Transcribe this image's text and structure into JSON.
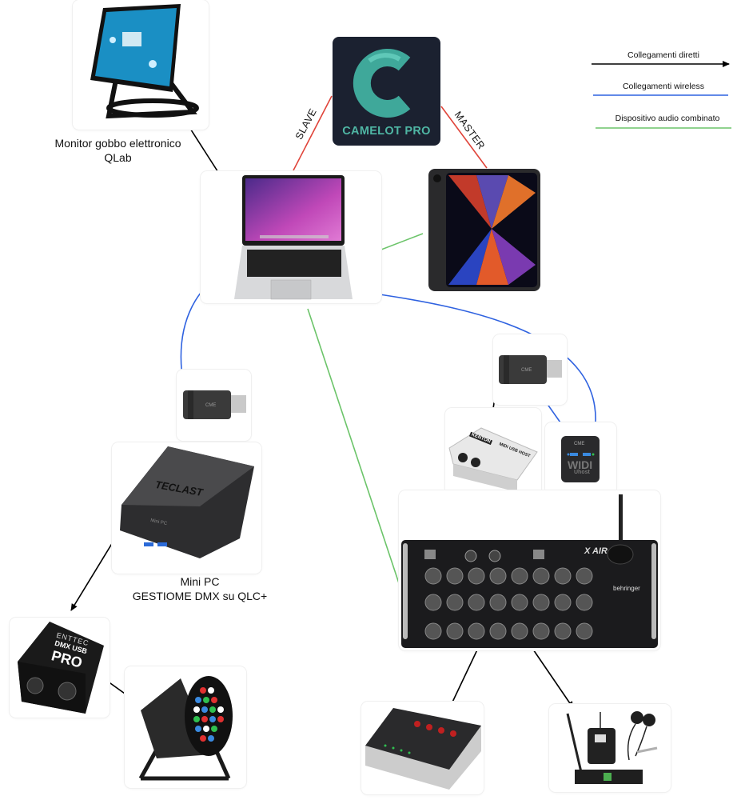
{
  "legend": {
    "items": [
      {
        "label": "Collegamenti diretti",
        "type": "arrow",
        "color": "#000000"
      },
      {
        "label": "Collegamenti wireless",
        "type": "line",
        "color": "#2f62e0"
      },
      {
        "label": "Dispositivo audio combinato",
        "type": "line",
        "color": "#6cc46a"
      }
    ]
  },
  "app": {
    "name": "CAMELOT PRO",
    "brand_color": "#4fb6a4",
    "bg_color": "#1b2130"
  },
  "link_labels": {
    "slave": "SLAVE",
    "master": "MASTER"
  },
  "colors": {
    "direct": "#000000",
    "wireless": "#2f62e0",
    "combined": "#6cc46a",
    "sync": "#e0443a"
  },
  "nodes": {
    "prompter_monitor": {
      "caption_line1": "Monitor  gobbo elettronico",
      "caption_line2": "QLab"
    },
    "laptop": {
      "name": "MacBook"
    },
    "tablet": {
      "name": "iPad Pro"
    },
    "usb_midi_left": {
      "brand": "CME"
    },
    "mini_pc": {
      "brand": "TECLAST",
      "model": "Mini PC",
      "caption_line1": "Mini PC",
      "caption_line2": "GESTIOME DMX su QLC+"
    },
    "dmx_interface": {
      "brand": "ENTTEC",
      "model_line1": "DMX USB",
      "model_line2": "PRO"
    },
    "led_par": {
      "name": "LED PAR"
    },
    "usb_midi_right": {
      "brand": "CME"
    },
    "midi_host": {
      "brand": "KENTON",
      "model": "MIDI USB HOST"
    },
    "widi_uhost": {
      "brand": "CME",
      "model_line1": "WIDI",
      "model_line2": "Uhost"
    },
    "mixer": {
      "brand": "behringer",
      "model": "X AIR"
    },
    "personal_mixer": {
      "name": "Personal Mixer"
    },
    "iem_system": {
      "name": "In-Ear Monitor System"
    }
  }
}
